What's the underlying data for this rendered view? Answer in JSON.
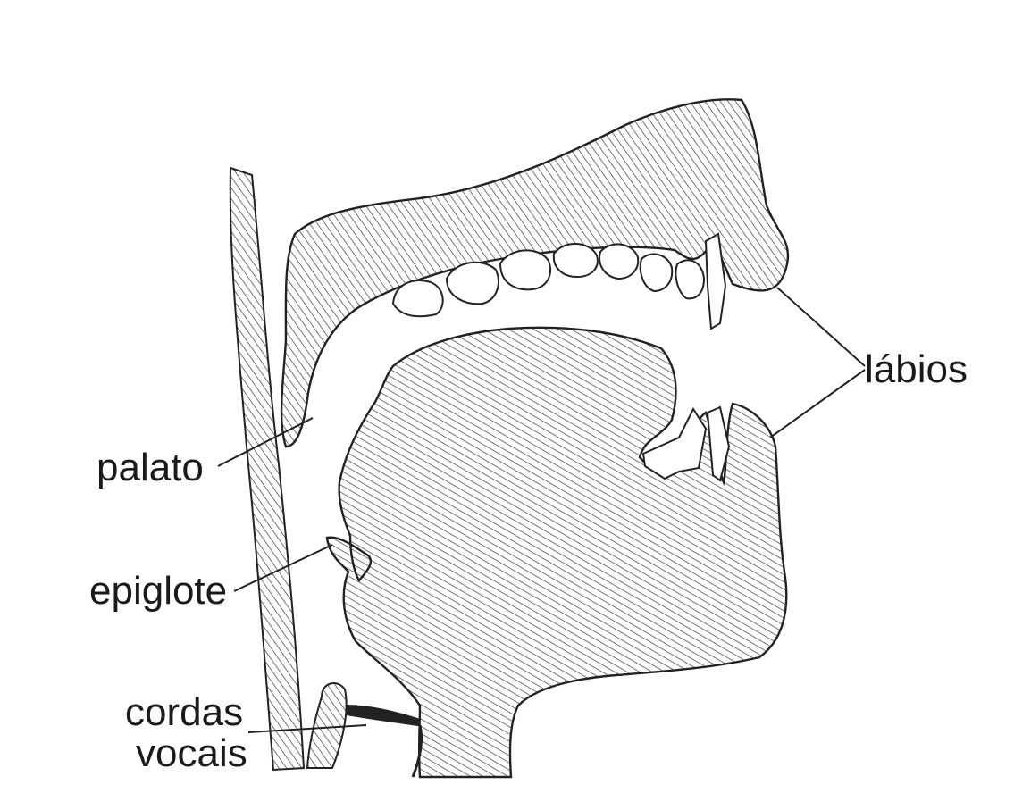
{
  "labels": {
    "labios": "lábios",
    "palato": "palato",
    "epiglote": "epiglote",
    "cordas": "cordas",
    "vocais": "vocais"
  },
  "colors": {
    "ink": "#222222",
    "hatch": "#3a3a3a",
    "paper": "#ffffff"
  }
}
